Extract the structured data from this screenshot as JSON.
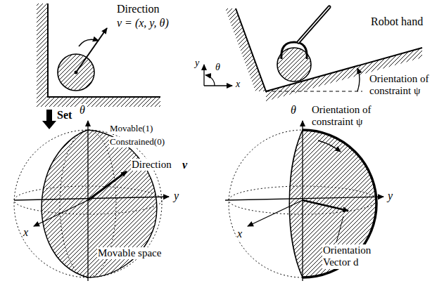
{
  "diagram": {
    "labels": [
      "Direction",
      "v = (x, y, θ)",
      "Robot hand",
      "Orientation of constraint ψ",
      "y",
      "θ",
      "x",
      "Set",
      "Movable(1)",
      "Constrained(0)",
      "θ",
      "Direction",
      "v",
      "y",
      "x",
      "Movable space",
      "θ",
      "Orientation of constraint ψ",
      "y",
      "x",
      "Orientation Vector d"
    ]
  }
}
